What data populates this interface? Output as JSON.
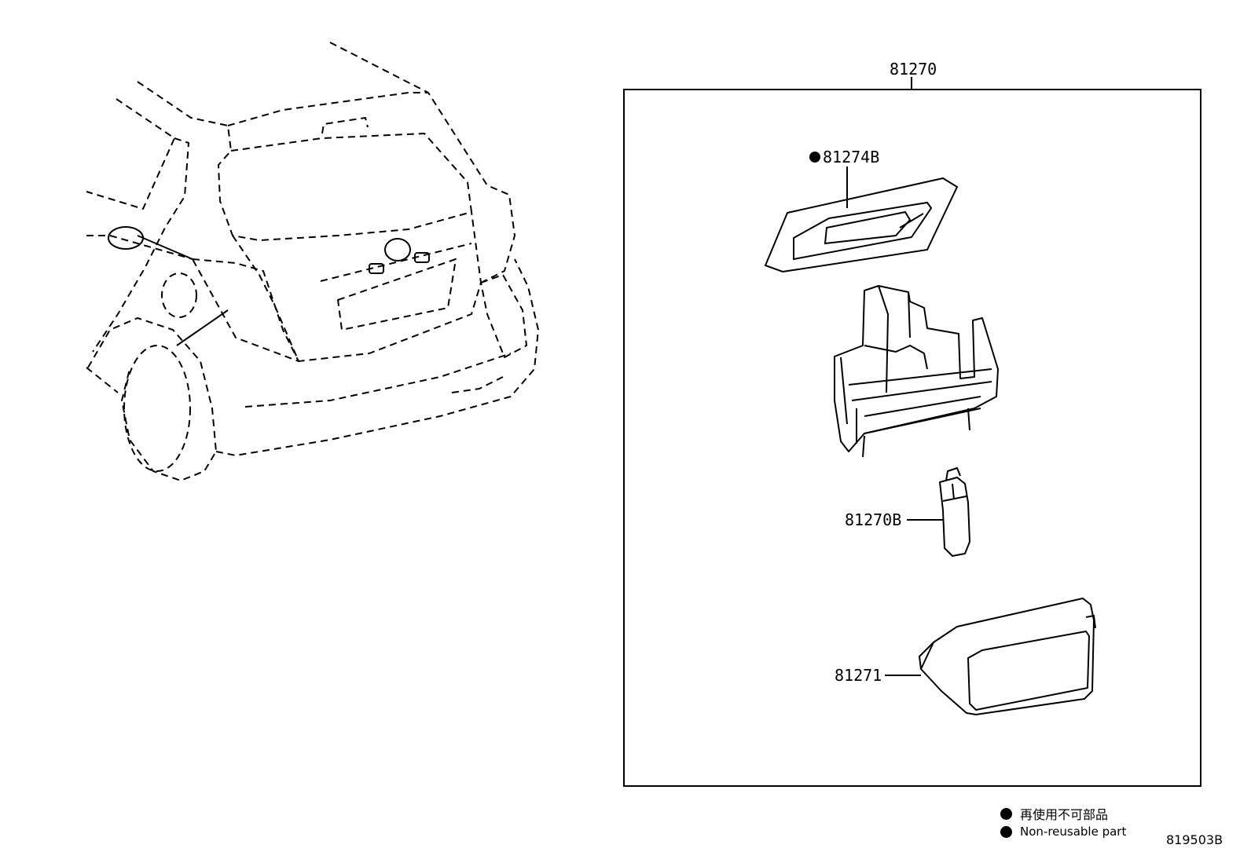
{
  "assembly": {
    "part_number": "81270"
  },
  "parts": [
    {
      "part_number": "81274B",
      "non_reusable": true
    },
    {
      "part_number": "81270B",
      "non_reusable": false
    },
    {
      "part_number": "81271",
      "non_reusable": false
    }
  ],
  "legend": {
    "japanese": "再使用不可部品",
    "english": "Non-reusable part"
  },
  "figure_id": "819503B"
}
